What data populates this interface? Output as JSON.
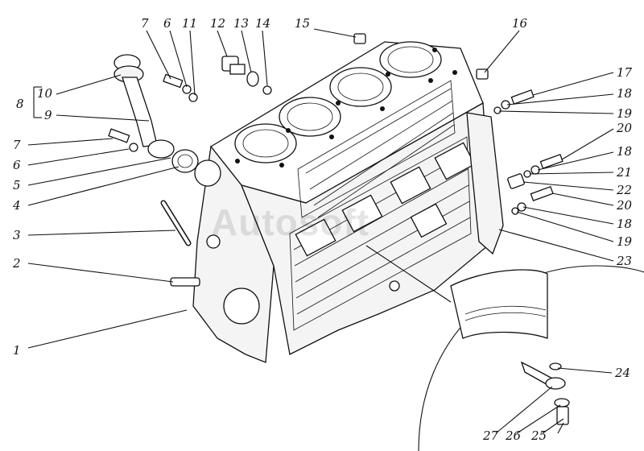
{
  "watermark": "Autosoft",
  "callouts": {
    "n1": "1",
    "n2": "2",
    "n3": "3",
    "n4": "4",
    "n5": "5",
    "n6a": "6",
    "n7a": "7",
    "n6b": "6",
    "n7b": "7",
    "n8": "8",
    "n9": "9",
    "n10": "10",
    "n11": "11",
    "n12": "12",
    "n13": "13",
    "n14": "14",
    "n15": "15",
    "n16": "16",
    "n17": "17",
    "n18a": "18",
    "n18b": "18",
    "n18c": "18",
    "n19a": "19",
    "n19b": "19",
    "n20a": "20",
    "n20b": "20",
    "n21": "21",
    "n22": "22",
    "n23": "23",
    "n24": "24",
    "n25": "25",
    "n26": "26",
    "n27": "27"
  }
}
